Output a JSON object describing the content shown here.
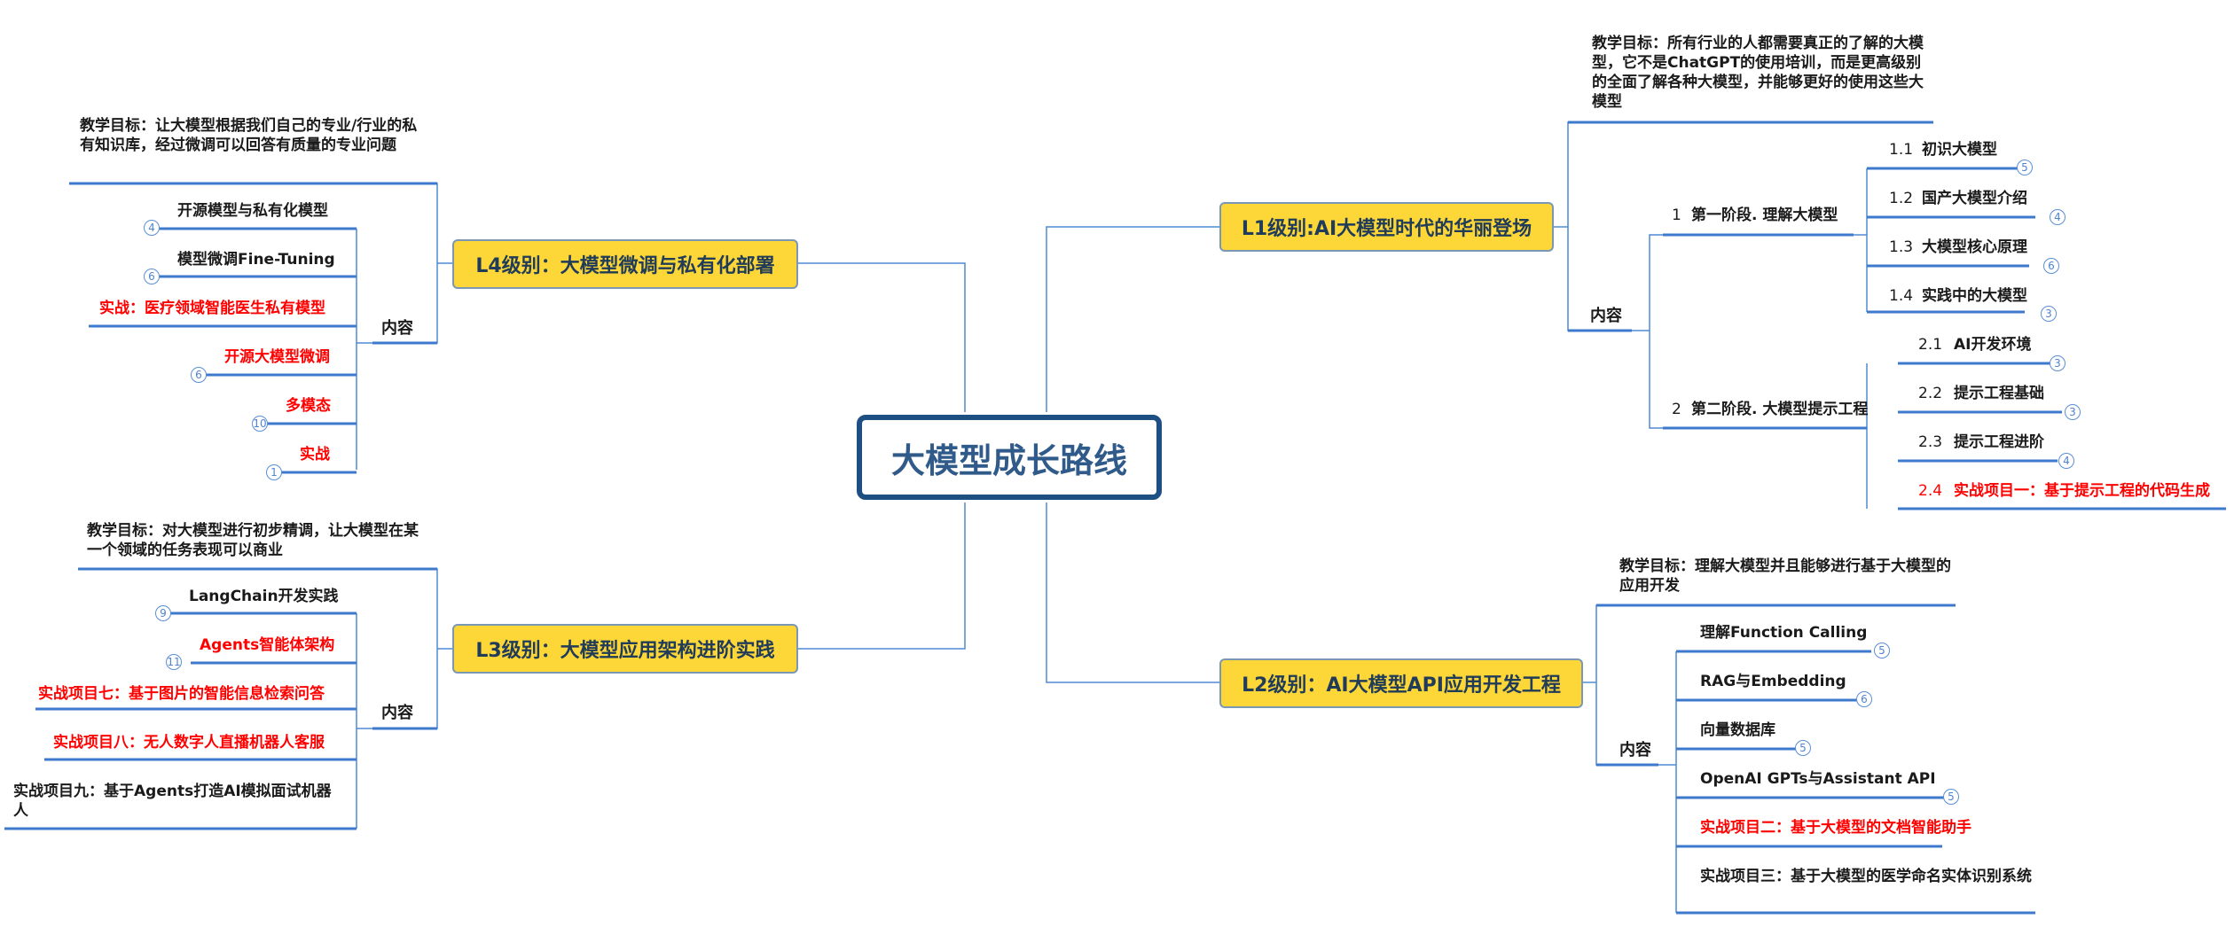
{
  "center": "大模型成长路线",
  "content_label": "内容",
  "goal_prefix": "教学目标：",
  "L1": {
    "title": "L1级别:AI大模型时代的华丽登场",
    "goal": "所有行业的人都需要真正的了解的大模型，它不是ChatGPT的使用培训，而是更高级别的全面了解各种大模型，并能够更好的使用这些大模型",
    "stage1": {
      "num": "1",
      "label": "第一阶段. 理解大模型",
      "items": [
        {
          "num": "1.1",
          "label": "初识大模型",
          "count": "5"
        },
        {
          "num": "1.2",
          "label": "国产大模型介绍",
          "count": "4"
        },
        {
          "num": "1.3",
          "label": "大模型核心原理",
          "count": "6"
        },
        {
          "num": "1.4",
          "label": "实践中的大模型",
          "count": "3"
        }
      ]
    },
    "stage2": {
      "num": "2",
      "label": "第二阶段. 大模型提示工程",
      "items": [
        {
          "num": "2.1",
          "label": "AI开发环境",
          "count": "3"
        },
        {
          "num": "2.2",
          "label": "提示工程基础",
          "count": "3"
        },
        {
          "num": "2.3",
          "label": "提示工程进阶",
          "count": "4"
        },
        {
          "num": "2.4",
          "label": "实战项目一：基于提示工程的代码生成",
          "count": ""
        }
      ]
    }
  },
  "L2": {
    "title": "L2级别：AI大模型API应用开发工程",
    "goal": "理解大模型并且能够进行基于大模型的应用开发",
    "items": [
      {
        "label": "理解Function Calling",
        "count": "5"
      },
      {
        "label": "RAG与Embedding",
        "count": "6"
      },
      {
        "label": "向量数据库",
        "count": "5"
      },
      {
        "label": "OpenAI GPTs与Assistant  API",
        "count": "5"
      },
      {
        "label": "实战项目二：基于大模型的文档智能助手",
        "count": ""
      },
      {
        "label": "实战项目三：基于大模型的医学命名实体识别系统",
        "count": ""
      }
    ]
  },
  "L3": {
    "title": "L3级别：大模型应用架构进阶实践",
    "goal": "对大模型进行初步精调，让大模型在某一个领域的任务表现可以商业",
    "items": [
      {
        "label": "LangChain开发实践",
        "count": "9"
      },
      {
        "label": "Agents智能体架构",
        "count": "11"
      },
      {
        "label": "实战项目七：基于图片的智能信息检索问答",
        "count": ""
      },
      {
        "label": "实战项目八：无人数字人直播机器人客服",
        "count": ""
      },
      {
        "label": "实战项目九：基于Agents打造AI模拟面试机器人",
        "count": ""
      }
    ]
  },
  "L4": {
    "title": "L4级别：大模型微调与私有化部署",
    "goal": "让大模型根据我们自己的专业/行业的私有知识库，经过微调可以回答有质量的专业问题",
    "items": [
      {
        "label": "开源模型与私有化模型",
        "count": "4"
      },
      {
        "label": "模型微调Fine-Tuning",
        "count": "6"
      },
      {
        "label": "实战：医疗领域智能医生私有模型",
        "count": ""
      },
      {
        "label": "开源大模型微调",
        "count": "6"
      },
      {
        "label": "多模态",
        "count": "10"
      },
      {
        "label": "实战",
        "count": "1"
      }
    ]
  },
  "colors": {
    "link": "#4f8ad4",
    "underline": "#3d79cc",
    "level_fill": "#fdd638",
    "center_border": "#1d4f82",
    "red": "#ff0000"
  }
}
